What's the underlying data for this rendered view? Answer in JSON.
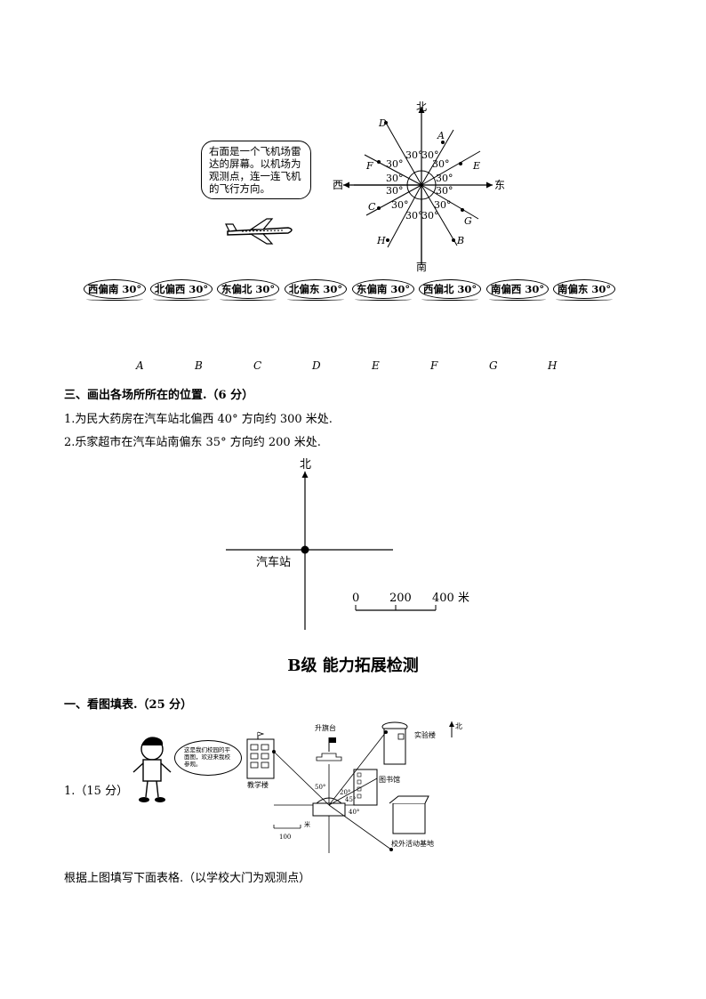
{
  "radar": {
    "note": "右面是一个飞机场雷达的屏幕。以机场为观测点，连一连飞机的飞行方向。",
    "dir_north": "北",
    "dir_south": "南",
    "dir_east": "东",
    "dir_west": "西",
    "angle": "30°",
    "points": [
      "D",
      "A",
      "F",
      "E",
      "C",
      "G",
      "H",
      "B"
    ]
  },
  "options": [
    "西偏南 30°",
    "北偏西 30°",
    "东偏北 30°",
    "北偏东 30°",
    "东偏南 30°",
    "西偏北 30°",
    "南偏西 30°",
    "南偏东 30°"
  ],
  "letters": [
    "A",
    "B",
    "C",
    "D",
    "E",
    "F",
    "G",
    "H"
  ],
  "section3": {
    "heading": "三、画出各场所所在的位置.（6 分）",
    "item1": "1.为民大药房在汽车站北偏西 40° 方向约 300 米处.",
    "item2": "2.乐家超市在汽车站南偏东 35° 方向约 200 米处.",
    "north": "北",
    "station": "汽车站",
    "scale": [
      "0",
      "200",
      "400 米"
    ]
  },
  "levelB": {
    "title": "B级  能力拓展检测",
    "heading": "一、看图填表.（25 分）",
    "item1": "1.（15 分）",
    "speech": "这是我们校园的平面图，欢迎来我校参观。",
    "labels": {
      "flag": "升旗台",
      "lab": "实验楼",
      "north": "北",
      "library": "图书馆",
      "teaching": "教学楼",
      "outdoor": "校外活动基地",
      "a50": "50°",
      "a20": "20°",
      "a45": "45°",
      "a40": "40°",
      "scale": "100",
      "scale_unit": "米"
    },
    "instruction": "根据上图填写下面表格.（以学校大门为观测点）"
  }
}
